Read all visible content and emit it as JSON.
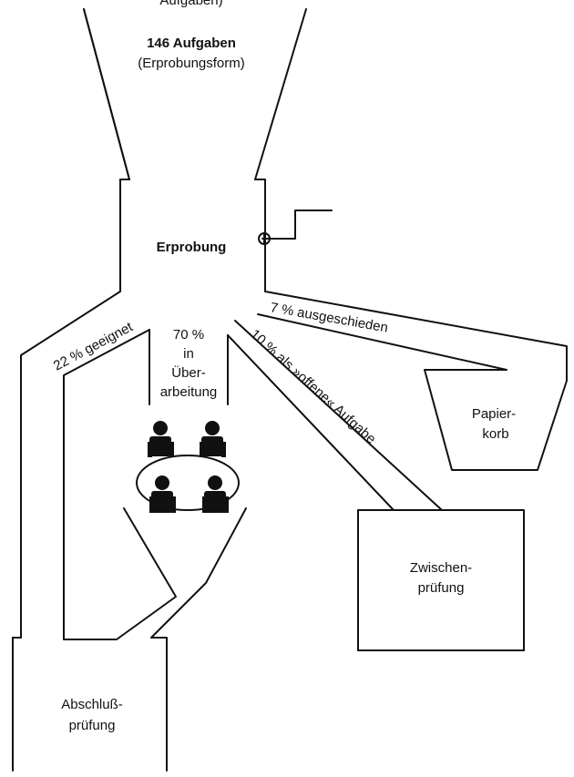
{
  "funnel": {
    "top_partial": "Aufgaben)",
    "title": "146 Aufgaben",
    "subtitle": "(Erprobungsform)"
  },
  "erprobung": {
    "label": "Erprobung"
  },
  "flows": {
    "geeignet": "22 % geeignet",
    "ausgeschieden": "7 % ausgeschieden",
    "offene": "10 % als »offene« Aufgabe",
    "ueberarbeitung": [
      "70 %",
      "in",
      "Über-",
      "arbeitung"
    ]
  },
  "papierkorb": {
    "lines": [
      "Papier-",
      "korb"
    ]
  },
  "zwischenpruefung": {
    "lines": [
      "Zwischen-",
      "prüfung"
    ]
  },
  "abschlusspruefung": {
    "lines": [
      "Abschluß-",
      "prüfung"
    ]
  },
  "colors": {
    "ink": "#111111",
    "paper": "#ffffff"
  },
  "icons": {
    "meeting": "meeting-table-icon",
    "valve": "valve-icon"
  }
}
